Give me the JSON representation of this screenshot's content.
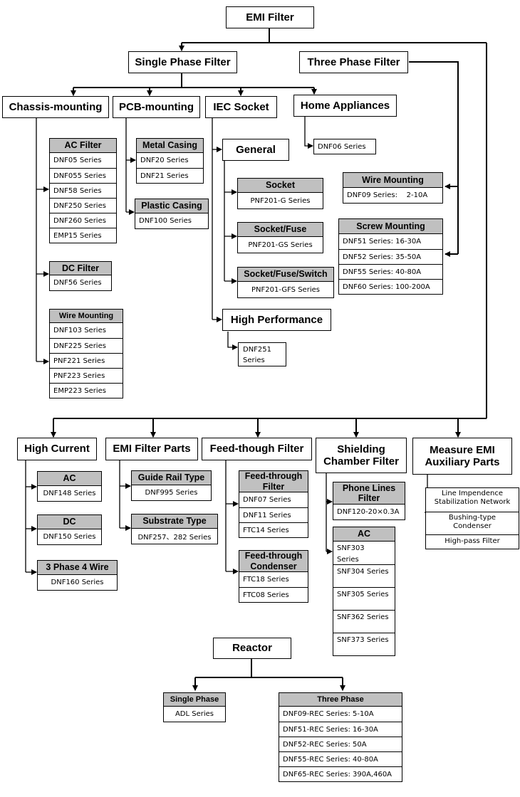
{
  "root": "EMI Filter",
  "single_phase": "Single Phase Filter",
  "three_phase": "Three Phase Filter",
  "chassis": {
    "title": "Chassis-mounting",
    "ac_filter": {
      "header": "AC Filter",
      "items": [
        "DNF05 Series",
        "DNF055 Series",
        "DNF58 Series",
        "DNF250 Series",
        "DNF260 Series",
        "EMP15 Series"
      ]
    },
    "dc_filter": {
      "header": "DC Filter",
      "items": [
        "DNF56 Series"
      ]
    },
    "wire_mounting": {
      "header": "Wire Mounting",
      "items": [
        "DNF103 Series",
        "DNF225 Series",
        "PNF221 Series",
        "PNF223 Series",
        "EMP223 Series"
      ]
    }
  },
  "pcb": {
    "title": "PCB-mounting",
    "metal_casing": {
      "header": "Metal Casing",
      "items": [
        "DNF20 Series",
        "DNF21 Series"
      ]
    },
    "plastic_casing": {
      "header": "Plastic Casing",
      "items": [
        "DNF100 Series"
      ]
    }
  },
  "iec": {
    "title": "IEC Socket",
    "general": "General",
    "socket": {
      "header": "Socket",
      "items": [
        "PNF201-G Series"
      ]
    },
    "socket_fuse": {
      "header": "Socket/Fuse",
      "items": [
        "PNF201-GS Series"
      ]
    },
    "socket_fuse_switch": {
      "header": "Socket/Fuse/Switch",
      "items": [
        "PNF201-GFS Series"
      ]
    },
    "high_performance": "High Performance",
    "high_perf_item": "DNF251 Series"
  },
  "home": {
    "title": "Home Appliances",
    "item": "DNF06 Series"
  },
  "three": {
    "wire_mounting": {
      "header": "Wire Mounting",
      "items": [
        "DNF09 Series:    2-10A"
      ]
    },
    "screw_mounting": {
      "header": "Screw Mounting",
      "items": [
        "DNF51 Series: 16-30A",
        "DNF52 Series: 35-50A",
        "DNF55 Series: 40-80A",
        "DNF60 Series: 100-200A"
      ]
    }
  },
  "high_current": {
    "title": "High Current",
    "ac": {
      "header": "AC",
      "items": [
        "DNF148 Series"
      ]
    },
    "dc": {
      "header": "DC",
      "items": [
        "DNF150 Series"
      ]
    },
    "three_phase4": {
      "header": "3 Phase 4 Wire",
      "items": [
        "DNF160 Series"
      ]
    }
  },
  "parts": {
    "title": "EMI Filter Parts",
    "guide_rail": {
      "header": "Guide Rail Type",
      "items": [
        "DNF995 Series"
      ]
    },
    "substrate": {
      "header": "Substrate Type",
      "items": [
        "DNF257、282 Series"
      ]
    }
  },
  "feed": {
    "title": "Feed-though Filter",
    "ft_filter": {
      "header": "Feed-through Filter",
      "items": [
        "DNF07 Series",
        "DNF11 Series",
        "FTC14 Series"
      ]
    },
    "ft_condenser": {
      "header": "Feed-through Condenser",
      "items": [
        "FTC18 Series",
        "FTC08 Series"
      ]
    }
  },
  "shielding": {
    "title": "Shielding Chamber Filter",
    "phone": {
      "header": "Phone Lines Filter",
      "items": [
        "DNF120-20×0.3A"
      ]
    },
    "ac": {
      "header": "AC",
      "items": [
        "SNF303 Series",
        "SNF304 Series",
        "SNF305 Series",
        "SNF362 Series",
        "SNF373 Series"
      ]
    }
  },
  "measure": {
    "title": "Measure EMI Auxiliary Parts",
    "items": [
      "Line Impendence Stabilization Network",
      "Bushing-type Condenser",
      "High-pass Filter"
    ]
  },
  "reactor": {
    "title": "Reactor",
    "single": {
      "header": "Single Phase",
      "items": [
        "ADL Series"
      ]
    },
    "three": {
      "header": "Three Phase",
      "items": [
        "DNF09-REC Series: 5-10A",
        "DNF51-REC Series: 16-30A",
        "DNF52-REC Series: 50A",
        "DNF55-REC Series: 40-80A",
        "DNF65-REC Series: 390A,460A"
      ]
    }
  }
}
